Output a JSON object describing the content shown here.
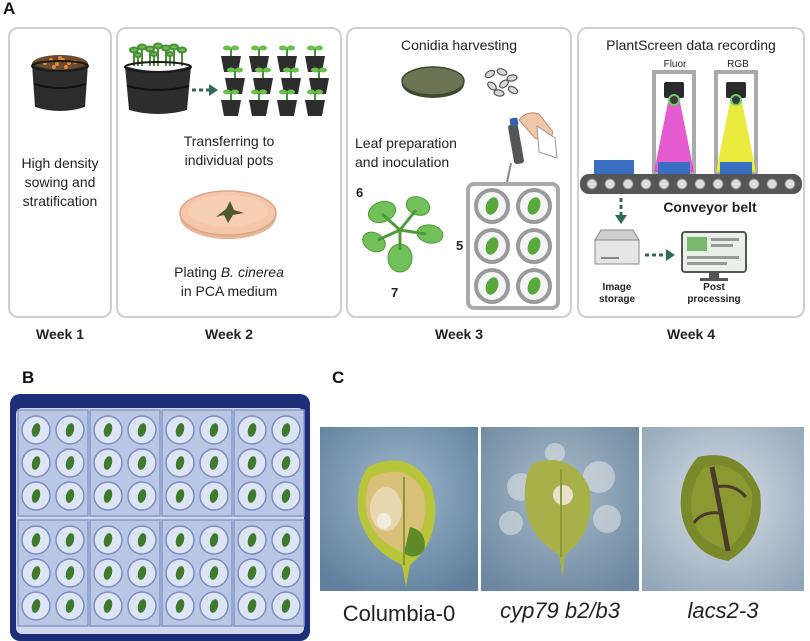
{
  "panels": {
    "a_label": "A",
    "b_label": "B",
    "c_label": "C"
  },
  "week1": {
    "text_line1": "High density",
    "text_line2": "sowing and",
    "text_line3": "stratification",
    "label": "Week 1"
  },
  "week2": {
    "transfer_line1": "Transferring to",
    "transfer_line2": "individual pots",
    "plating_prefix": "Plating ",
    "plating_species": "B. cinerea",
    "plating_line2": "in PCA medium",
    "label": "Week 2"
  },
  "week3": {
    "conidia": "Conidia harvesting",
    "leaf_line1": "Leaf preparation",
    "leaf_line2": "and inoculation",
    "num5": "5",
    "num6": "6",
    "num7": "7",
    "label": "Week 3"
  },
  "week4": {
    "title": "PlantScreen data recording",
    "fluor": "Fluor",
    "rgb": "RGB",
    "conveyor": "Conveyor belt",
    "storage_line1": "Image",
    "storage_line2": "storage",
    "post_line1": "Post",
    "post_line2": "processing",
    "label": "Week 4"
  },
  "panel_c": {
    "caption1": "Columbia-0",
    "caption2": "cyp79 b2/b3",
    "caption3": "lacs2-3"
  },
  "colors": {
    "arrow": "#2e6b5b",
    "tray_blue": "#1a3a8f",
    "fluor_beam": "#e040c8",
    "rgb_beam": "#e8e82a",
    "petri_agar": "#f5c7a8"
  }
}
